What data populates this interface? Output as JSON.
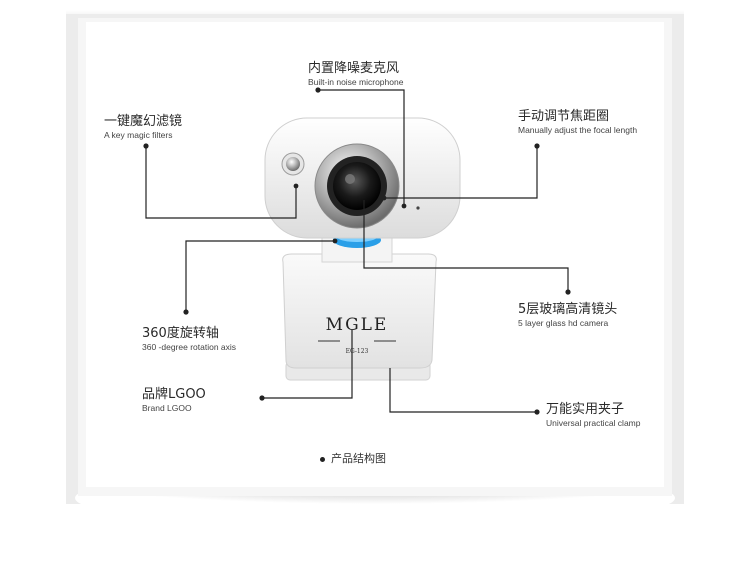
{
  "labels": {
    "mic": {
      "zh": "内置降噪麦克风",
      "en": "Built-in noise microphone"
    },
    "filter": {
      "zh": "一键魔幻滤镜",
      "en": "A key magic filters"
    },
    "focus": {
      "zh": "手动调节焦距圈",
      "en": "Manually adjust the focal length"
    },
    "rotation": {
      "zh": "360度旋转轴",
      "en": "360 -degree rotation axis"
    },
    "camera": {
      "zh": "5层玻璃高清镜头",
      "en": "5 layer glass hd camera"
    },
    "brand": {
      "zh": "品牌LGOO",
      "en": "Brand LGOO"
    },
    "clamp": {
      "zh": "万能实用夹子",
      "en": "Universal practical clamp"
    }
  },
  "product": {
    "logo": "MGLE",
    "model": "EG-123"
  },
  "caption": "产品结构图",
  "colors": {
    "accent_ring": "#2a9fe8",
    "body": "#f2f2f2",
    "leader": "#222222"
  }
}
